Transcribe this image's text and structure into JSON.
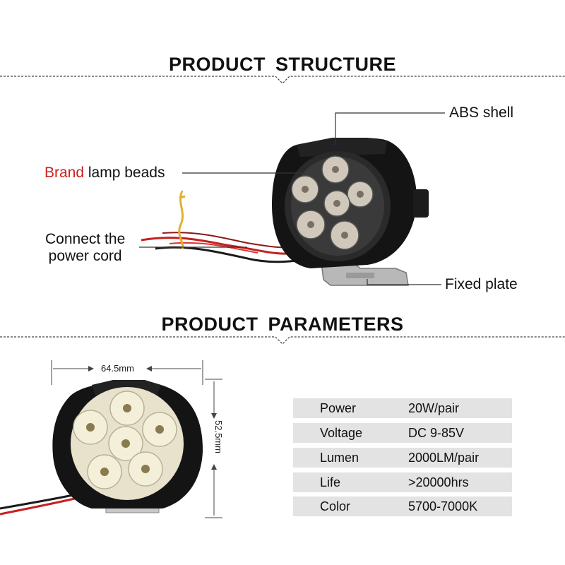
{
  "structure": {
    "title": "PRODUCT STRUCTURE",
    "callouts": {
      "abs_shell": "ABS shell",
      "brand_word": "Brand",
      "lamp_beads": "lamp beads",
      "connect_line1": "Connect the",
      "connect_line2": "power cord",
      "fixed_plate": "Fixed plate"
    }
  },
  "parameters": {
    "title": "PRODUCT PARAMETERS",
    "width_dim": "64.5mm",
    "height_dim": "52.5mm",
    "rows": [
      {
        "label": "Power",
        "value": "20W/pair"
      },
      {
        "label": "Voltage",
        "value": "DC 9-85V"
      },
      {
        "label": "Lumen",
        "value": "2000LM/pair"
      },
      {
        "label": "Life",
        "value": ">20000hrs"
      },
      {
        "label": "Color",
        "value": "5700-7000K"
      }
    ]
  },
  "colors": {
    "brand_red": "#c8201e",
    "row_shade": "#e3e3e3",
    "lamp_body": "#141414"
  }
}
